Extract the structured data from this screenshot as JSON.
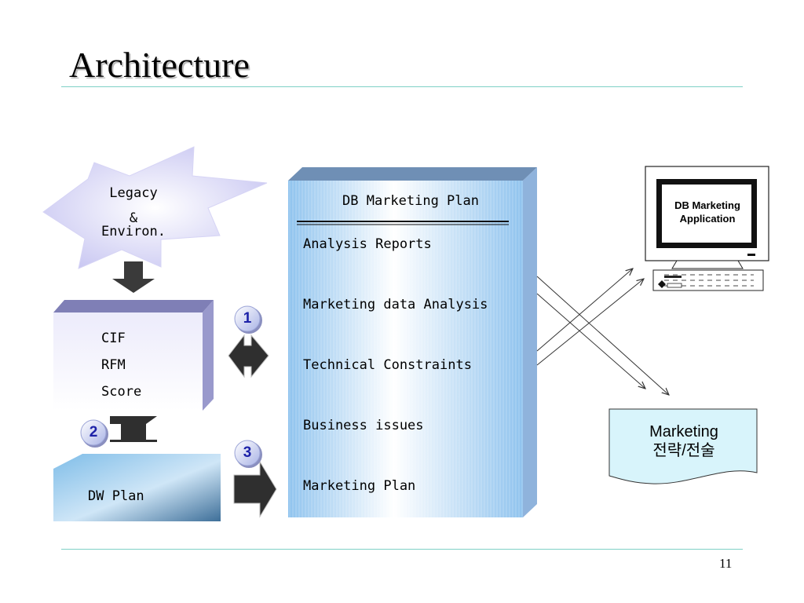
{
  "title": "Architecture",
  "page_number": "11",
  "legacy": {
    "lines": [
      "Legacy",
      "&",
      "Environ."
    ]
  },
  "source_box": {
    "items": [
      "CIF",
      "RFM",
      "Score"
    ]
  },
  "dw_plan": "DW Plan",
  "db_plan": {
    "title": "DB Marketing Plan",
    "items": [
      "Analysis Reports",
      "Marketing data Analysis",
      "Technical Constraints",
      "Business issues",
      "Marketing Plan"
    ]
  },
  "application": {
    "lines": [
      "DB Marketing",
      "Application"
    ]
  },
  "marketing_doc": {
    "lines": [
      "Marketing",
      "전략/전술"
    ]
  },
  "steps": [
    "1",
    "2",
    "3"
  ],
  "colors": {
    "accent_line": "#7fd1c6",
    "badge_text": "#1d22a8",
    "box_blue": "#8fc3ee"
  }
}
